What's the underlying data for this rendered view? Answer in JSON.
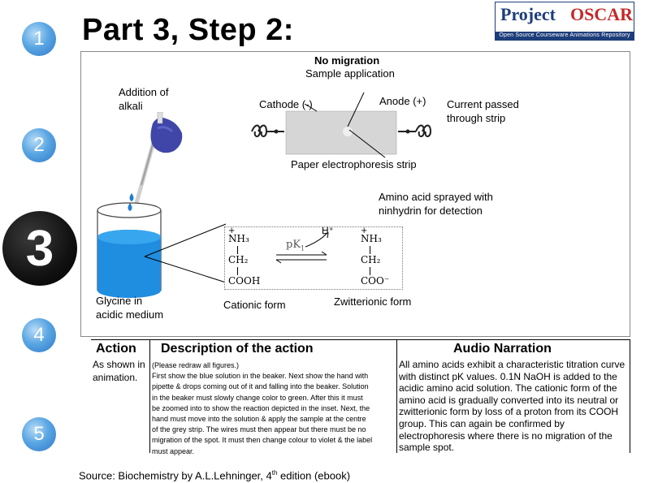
{
  "slide_title": "Part 3, Step 2:",
  "logo": {
    "word1": "Project",
    "word2": "OSCAR",
    "tagline": "Open Source Courseware Animations Repository"
  },
  "step_markers": [
    "1",
    "2",
    "3",
    "4",
    "5"
  ],
  "diagram": {
    "no_migration": "No migration",
    "sample_application": "Sample application",
    "addition_line1": "Addition of",
    "addition_line2": "alkali",
    "cathode": "Cathode (-)",
    "anode": "Anode (+)",
    "current_line1": "Current passed",
    "current_line2": "through strip",
    "strip_label": "Paper electrophoresis strip",
    "amino_line1": "Amino acid sprayed with",
    "amino_line2": "ninhydrin for detection",
    "h_plus": "H⁺",
    "pk": "pK",
    "pk_sub": "1",
    "left_nh3": "NH₃",
    "left_ch2": "CH₂",
    "left_cooh": "COOH",
    "right_nh3": "NH₃",
    "right_ch2": "CH₂",
    "right_coo": "COO⁻",
    "plus": "+",
    "glycine_line1": "Glycine in",
    "glycine_line2": "acidic medium",
    "cationic": "Cationic form",
    "zwitterionic": "Zwitterionic form"
  },
  "table": {
    "action_header": "Action",
    "description_header": "Description of the action",
    "audio_header": "Audio Narration",
    "action_line1": "As shown in",
    "action_line2": "animation.",
    "description_lines": [
      "(Please redraw all figures.)",
      "First show the blue solution in the beaker. Next show the hand with",
      "pipette & drops coming out of it and falling into the beaker. Solution",
      "in the beaker must slowly change color to green. After this it must",
      "be zoomed into to show the reaction depicted in the inset. Next, the",
      "hand must move into the solution & apply the sample at the centre",
      "of the grey strip. The wires must then appear but there must be no",
      "migration of the spot. It must then change colour to violet & the label",
      "must appear."
    ],
    "audio_lines": [
      "All amino acids exhibit a characteristic titration curve",
      "with distinct pK values. 0.1N NaOH is added to the",
      "acidic amino acid solution. The cationic form of the",
      "amino acid is gradually converted into its neutral or",
      "zwitterionic form by loss of a proton from its COOH",
      "group. This can again be confirmed by",
      "electrophoresis where there is no migration of the",
      "sample spot."
    ]
  },
  "source_prefix": "Source: Biochemistry by A.L.Lehninger, 4",
  "source_sup": "th",
  "source_suffix": " edition (ebook)",
  "colors": {
    "marker_blue": "#4a96d8",
    "liquid_blue": "#1f8de0",
    "strip_grey": "#d6d6d6",
    "logo_navy": "#1d3d7a",
    "logo_red": "#c62828"
  }
}
